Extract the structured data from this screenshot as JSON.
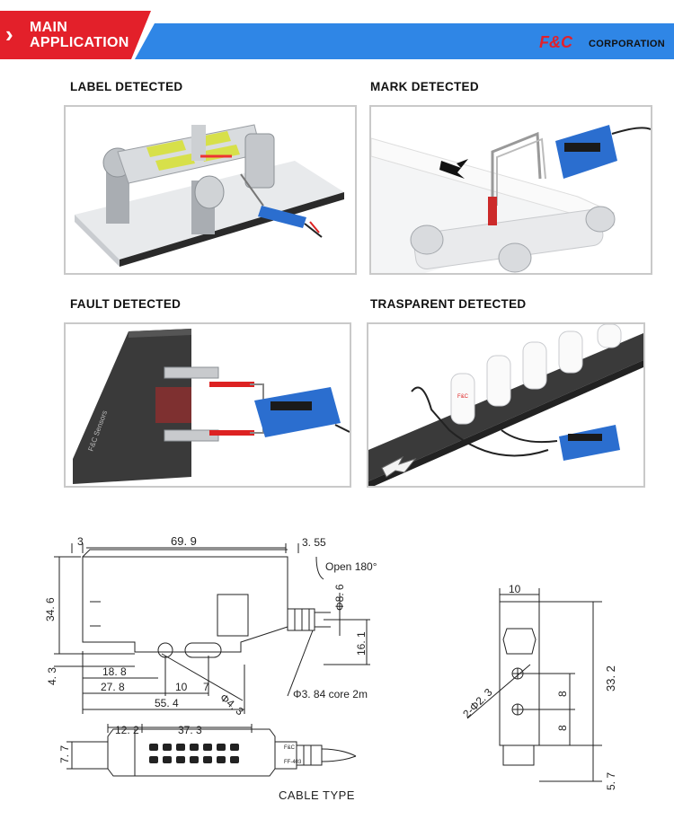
{
  "header": {
    "title_line1": "MAIN",
    "title_line2": "APPLICATION",
    "brand": "F&C",
    "corporation": "CORPORATION",
    "colors": {
      "red": "#e3202a",
      "blue": "#2f86e6"
    }
  },
  "sections": {
    "label": "LABEL DETECTED",
    "mark": "MARK DETECTED",
    "fault": "FAULT DETECTED",
    "transparent": "TRASPARENT DETECTED"
  },
  "fault_sheet_text": "F&C Sensors",
  "bottle_label": "F&C",
  "side_dims": {
    "d_3": "3",
    "d_69_9": "69. 9",
    "d_3_55": "3. 55",
    "open": "Open 180°",
    "d_34_6": "34. 6",
    "d_8_6": "Φ8. 6",
    "d_16_1": "16. 1",
    "d_4_3": "4. 3",
    "d_18_8": "18. 8",
    "d_27_8": "27. 8",
    "d_10": "10",
    "d_7": "7",
    "d_phi4_3": "Φ4. 3",
    "d_55_4": "55. 4",
    "cable": "Φ3. 84 core 2m"
  },
  "front_dims": {
    "d_10": "10",
    "d_2phi": "2-Φ2. 3",
    "d_8a": "8",
    "d_8b": "8",
    "d_33_2": "33. 2",
    "d_5_7": "5. 7"
  },
  "top_dims": {
    "d_12_2": "12. 2",
    "d_37_3": "37. 3",
    "d_7_7": "7. 7",
    "label_brand": "F&C",
    "label_model": "FF-403"
  },
  "cable_type": "CABLE TYPE"
}
